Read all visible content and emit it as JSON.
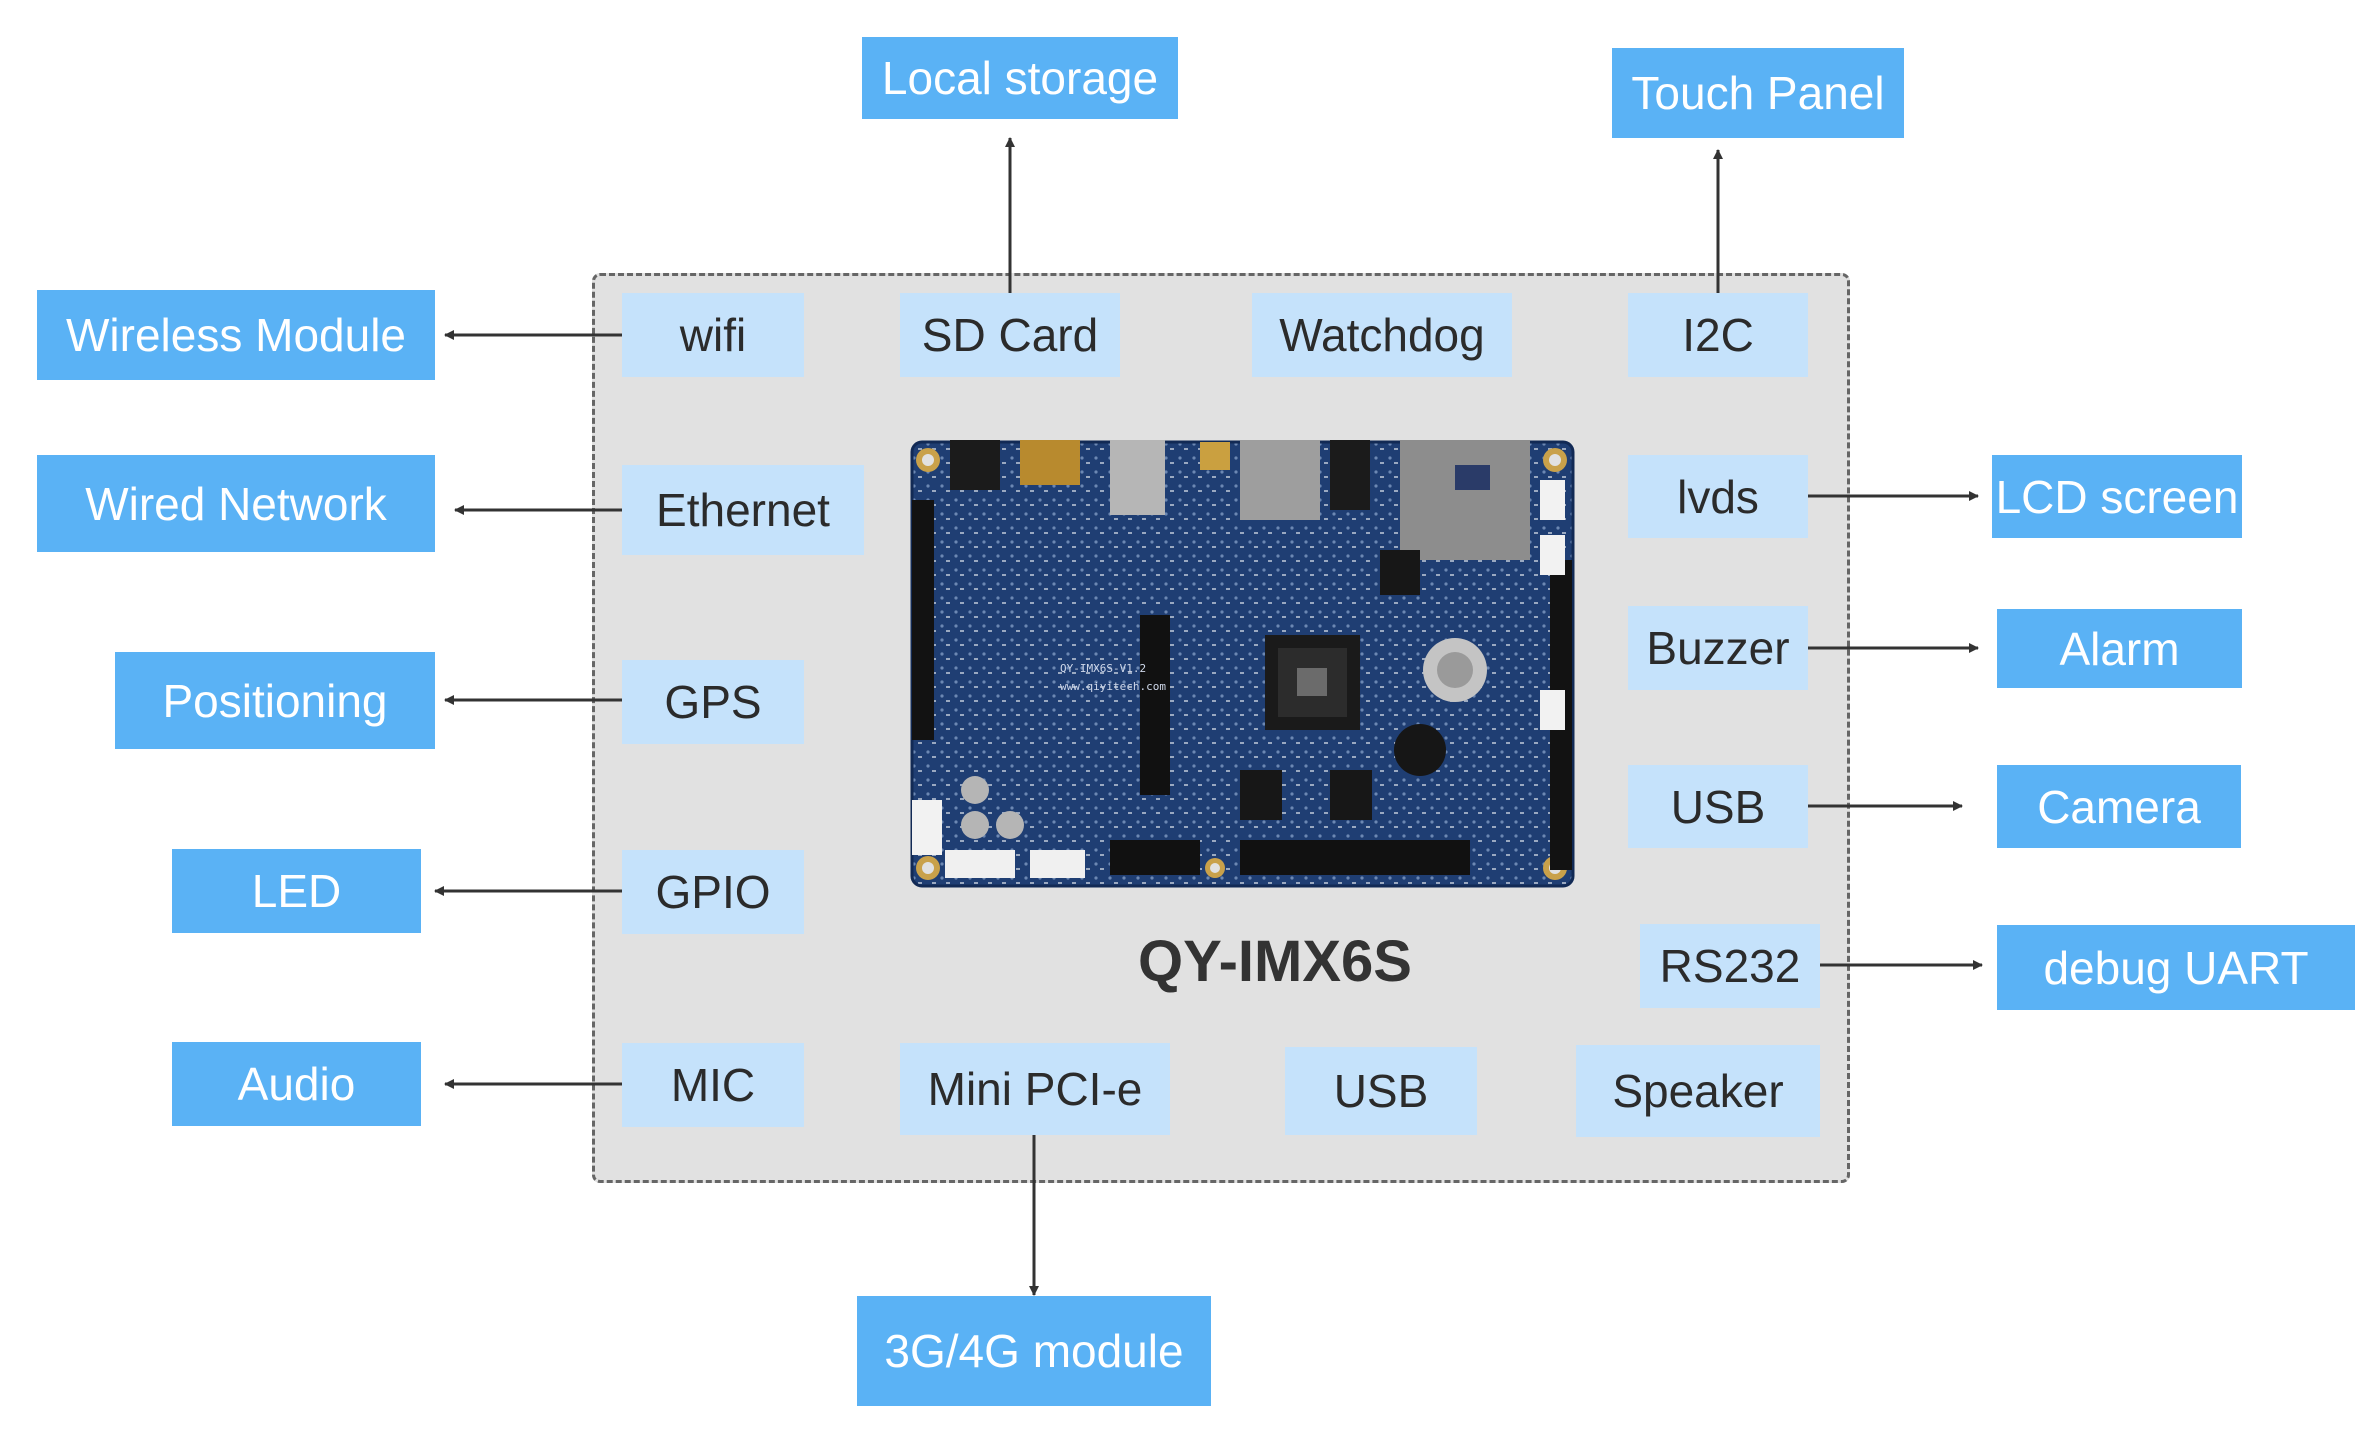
{
  "board_name": "QY-IMX6S",
  "board_silkscreen": {
    "model": "QY-IMX6S-V1.2",
    "site": "www.qiyitech.com"
  },
  "colors": {
    "inner_box": "#c5e2fb",
    "outer_box": "#5ab2f5",
    "panel": "#e1e1e1",
    "pcb": "#1e3a6b"
  },
  "interfaces": {
    "wifi": "wifi",
    "sd_card": "SD Card",
    "watchdog": "Watchdog",
    "i2c": "I2C",
    "ethernet": "Ethernet",
    "lvds": "lvds",
    "gps": "GPS",
    "buzzer": "Buzzer",
    "usb_right": "USB",
    "gpio": "GPIO",
    "rs232": "RS232",
    "mic": "MIC",
    "mini_pcie": "Mini PCI-e",
    "usb_bottom": "USB",
    "speaker": "Speaker"
  },
  "peripherals": {
    "local_storage": "Local storage",
    "touch_panel": "Touch Panel",
    "wireless_module": "Wireless Module",
    "wired_network": "Wired Network",
    "positioning": "Positioning",
    "led": "LED",
    "audio": "Audio",
    "lcd_screen": "LCD screen",
    "alarm": "Alarm",
    "camera": "Camera",
    "debug_uart": "debug UART",
    "module_3g4g": "3G/4G module"
  }
}
